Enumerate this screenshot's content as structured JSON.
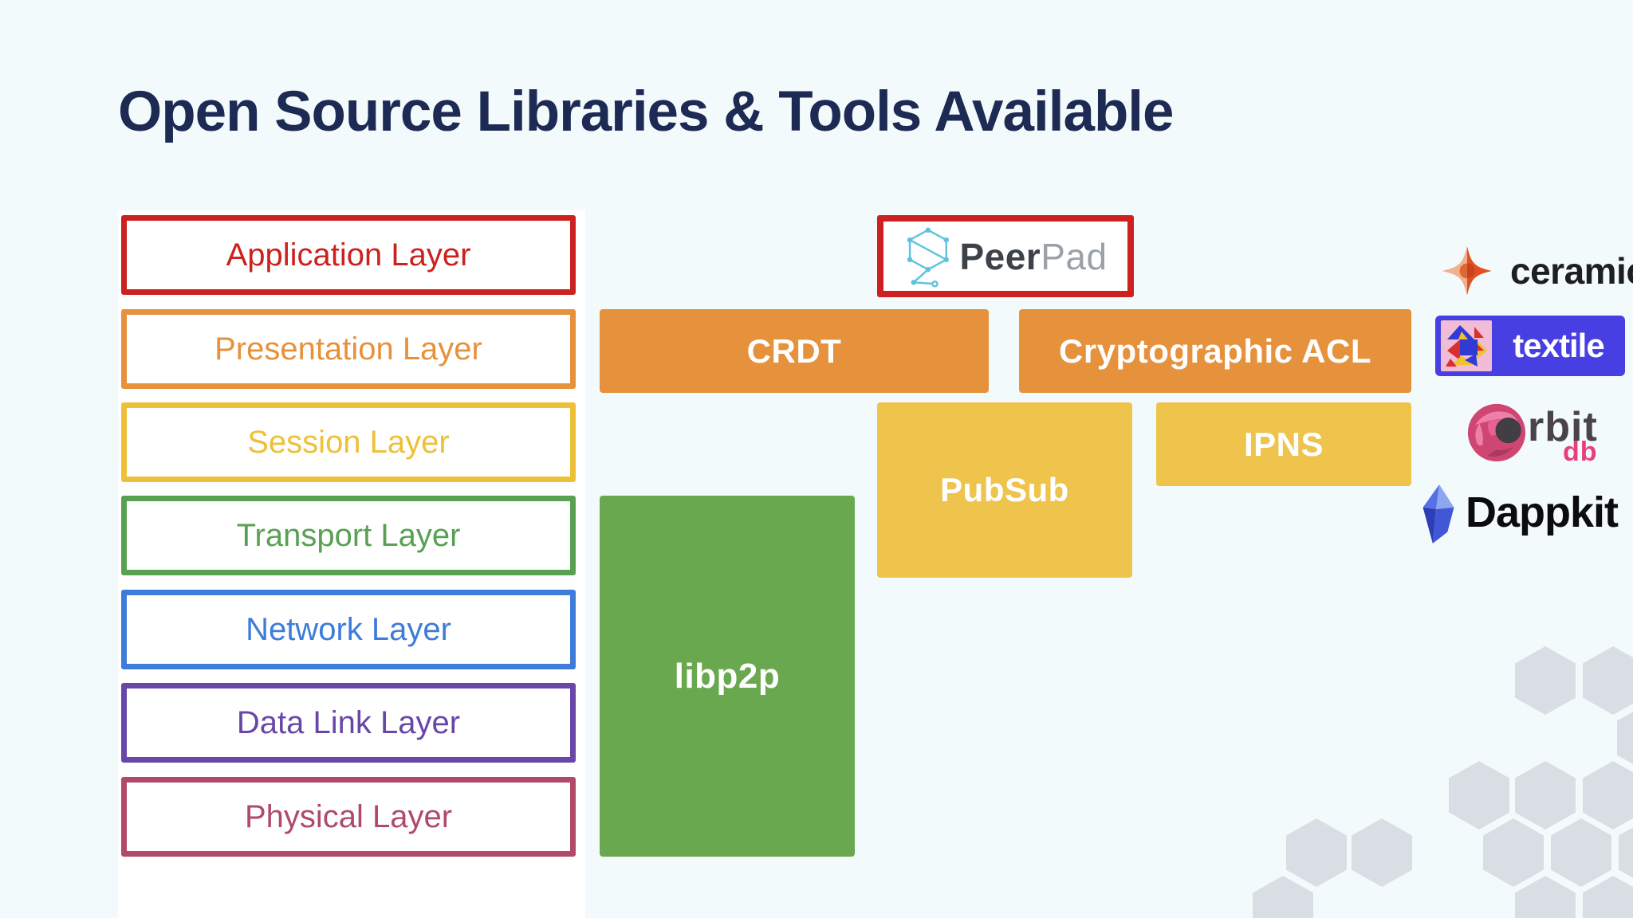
{
  "slide": {
    "title": "Open Source Libraries & Tools Available",
    "title_color": "#1c2a54",
    "background": "#f3fafb",
    "panel_color": "#ffffff"
  },
  "osi_layers": [
    {
      "label": "Application Layer",
      "color": "#cb211f"
    },
    {
      "label": "Presentation Layer",
      "color": "#e6913c"
    },
    {
      "label": "Session Layer",
      "color": "#eec038"
    },
    {
      "label": "Transport Layer",
      "color": "#58a153"
    },
    {
      "label": "Network Layer",
      "color": "#3e7cda"
    },
    {
      "label": "Data Link Layer",
      "color": "#6847a8"
    },
    {
      "label": "Physical Layer",
      "color": "#b04a68"
    }
  ],
  "diagram": {
    "peerpad": {
      "name_bold": "Peer",
      "name_light": "Pad",
      "border_color": "#ce2020",
      "icon_color": "#5ec3de"
    },
    "crdt": {
      "label": "CRDT",
      "fill": "#e6913c"
    },
    "cryptographic_acl": {
      "label": "Cryptographic ACL",
      "fill": "#e6913c"
    },
    "pubsub": {
      "label": "PubSub",
      "fill": "#eec44d"
    },
    "ipns": {
      "label": "IPNS",
      "fill": "#eec44d"
    },
    "libp2p": {
      "label": "libp2p",
      "fill": "#6aa84f"
    }
  },
  "logos": {
    "ceramic": {
      "label": "ceramic",
      "text_color": "#1e1e1e",
      "star_left": "#f0b191",
      "star_right": "#e44e25",
      "dot": "#dd6830"
    },
    "textile": {
      "label": "textile",
      "box_color": "#473fe1",
      "text_color": "#ffffff"
    },
    "orbitdb": {
      "label": "rbit",
      "sub_label": "db",
      "text_color": "#4a4449",
      "sub_color": "#e73e7c",
      "sphere": "#cf4672"
    },
    "dappkit": {
      "label": "Dappkit",
      "text_color": "#0c0c0c"
    }
  },
  "decor": {
    "hexagon_color": "#d9dee4"
  }
}
